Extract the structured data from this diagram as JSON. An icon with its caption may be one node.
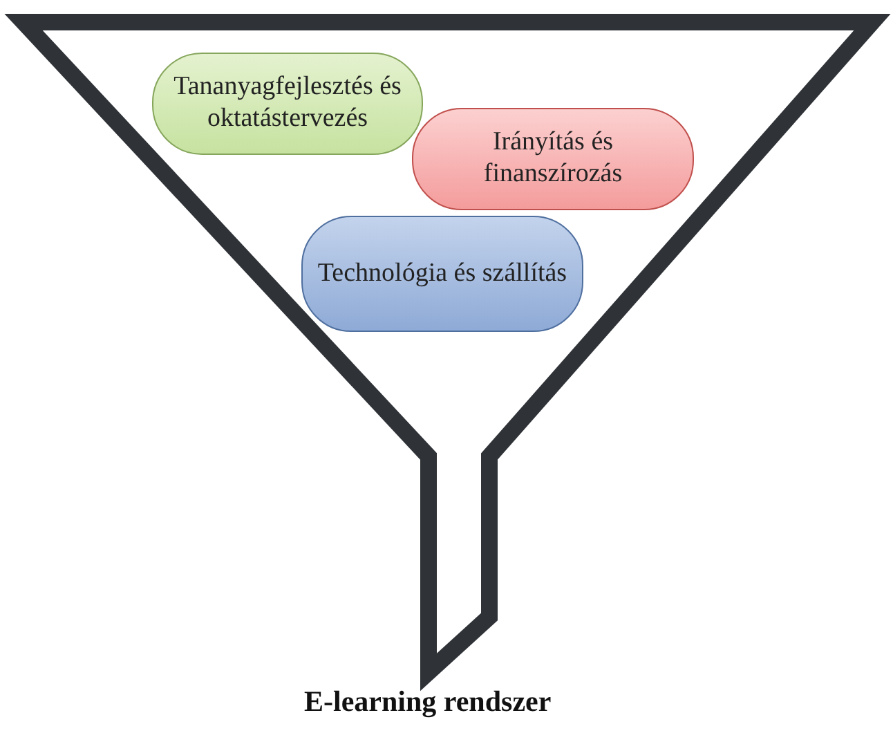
{
  "diagram": {
    "nodes": [
      {
        "text": [
          "Tananyagfejlesztés és oktatástervezés"
        ]
      },
      {
        "text": [
          "Irányítás és finanszírozás"
        ]
      },
      {
        "text": [
          "Technológia és szállítás"
        ]
      }
    ],
    "labels": [
      "E-learning rendszer"
    ]
  }
}
